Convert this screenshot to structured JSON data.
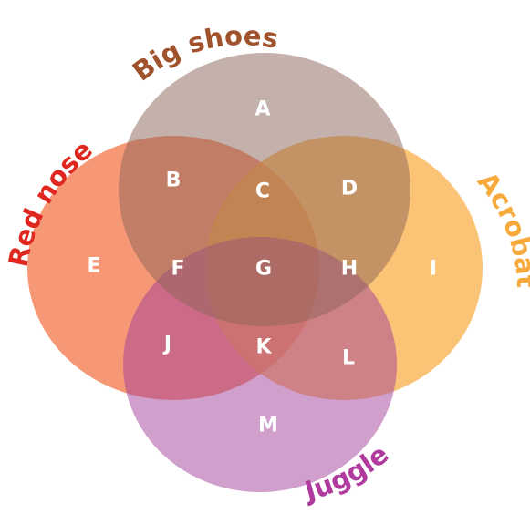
{
  "sets": {
    "big_shoes": {
      "label": "Big shoes",
      "color": "#8B6457",
      "label_color": "#A0522D"
    },
    "red_nose": {
      "label": "Red nose",
      "color": "#F26B3A",
      "label_color": "#E0271F"
    },
    "acrobat": {
      "label": "Acrobat",
      "color": "#F9A93A",
      "label_color": "#F7A93B"
    },
    "juggle": {
      "label": "Juggle",
      "color": "#A23F9A",
      "label_color": "#B03A9E"
    }
  },
  "regions": {
    "A": "A",
    "B": "B",
    "C": "C",
    "D": "D",
    "E": "E",
    "F": "F",
    "G": "G",
    "H": "H",
    "I": "I",
    "J": "J",
    "K": "K",
    "L": "L",
    "M": "M"
  }
}
